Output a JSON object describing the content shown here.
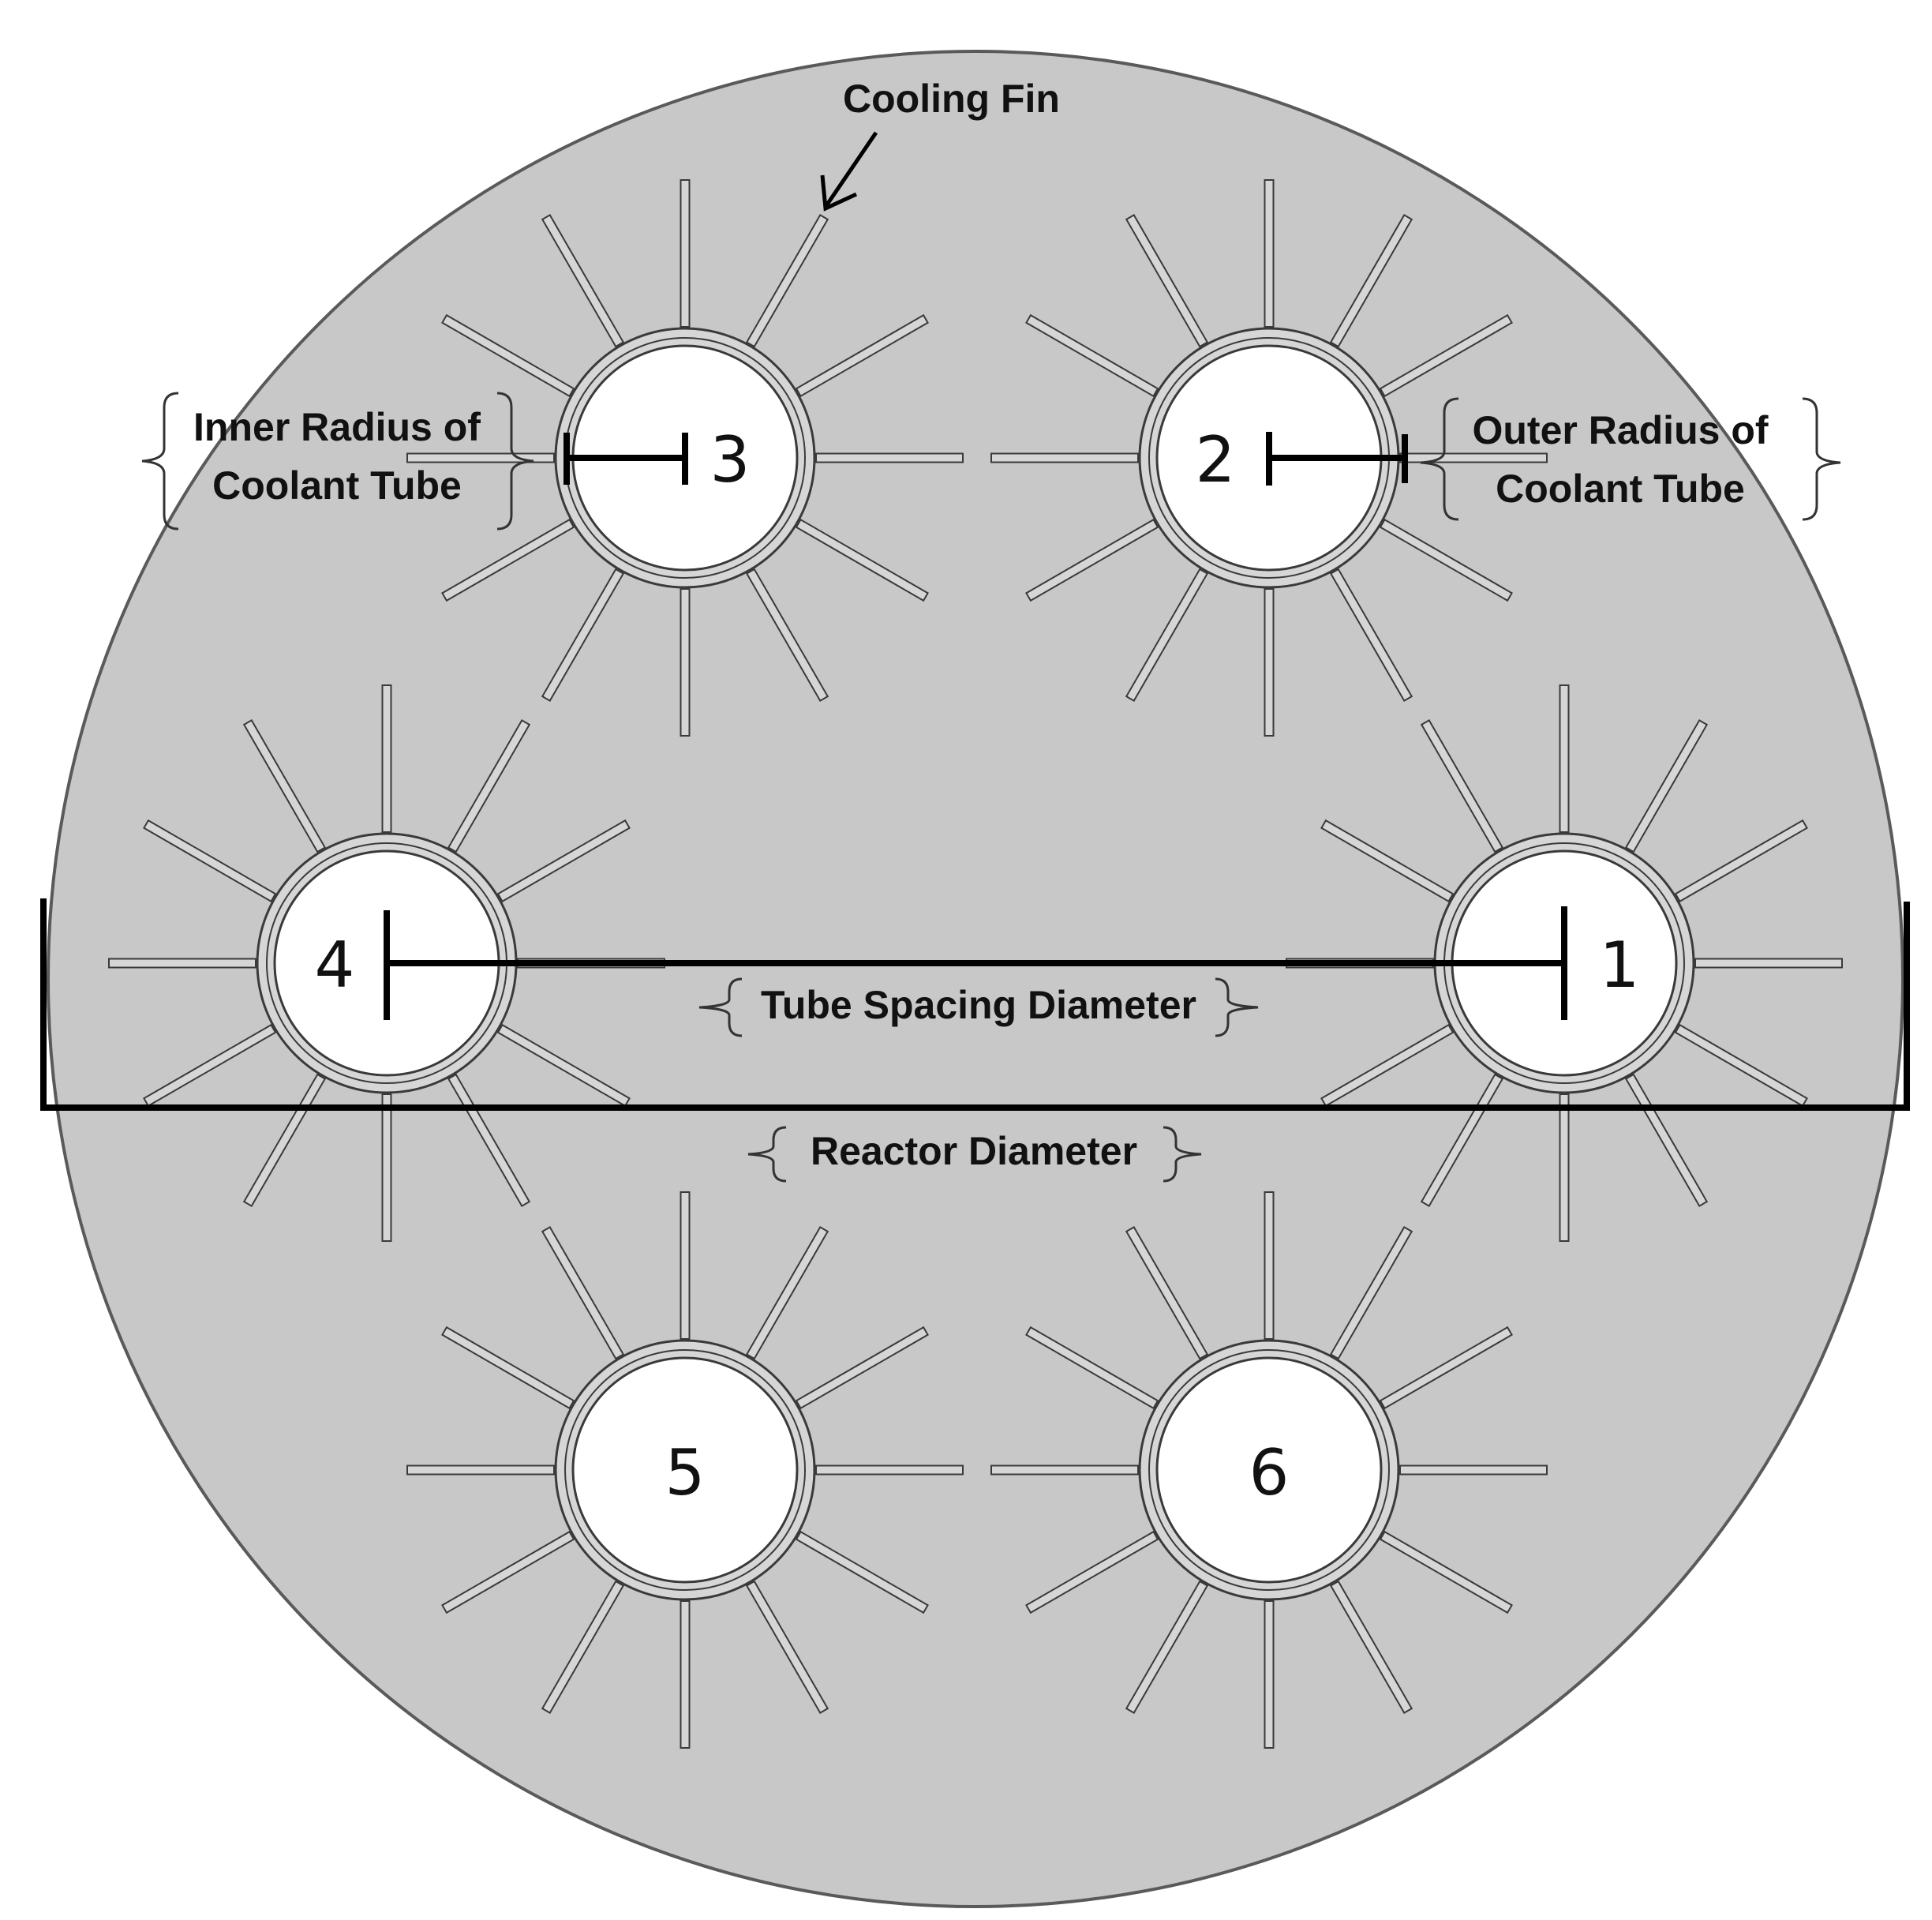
{
  "colors": {
    "reactor_fill": "#c8c8c8",
    "fin_fill": "#d6d6d6",
    "tube_fill": "#ffffff",
    "stroke": "#3a3a3a",
    "dimension_line": "#000000"
  },
  "fins_per_tube": 12,
  "tubes": [
    {
      "label": "1"
    },
    {
      "label": "2"
    },
    {
      "label": "3"
    },
    {
      "label": "4"
    },
    {
      "label": "5"
    },
    {
      "label": "6"
    }
  ],
  "labels": {
    "cooling_fin": "Cooling Fin",
    "inner_radius_line1": "Inner Radius of",
    "inner_radius_line2": "Coolant Tube",
    "outer_radius_line1": "Outer Radius of",
    "outer_radius_line2": "Coolant Tube",
    "tube_spacing": "Tube Spacing Diameter",
    "reactor_diameter": "Reactor Diameter"
  }
}
